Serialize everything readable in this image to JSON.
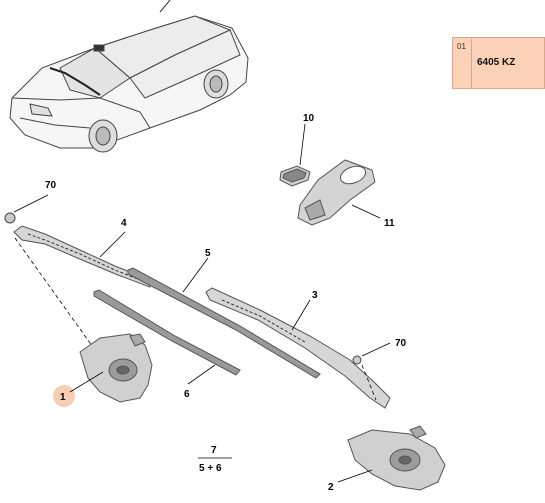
{
  "reference": {
    "index": "01",
    "code": "6405 KZ"
  },
  "callouts": {
    "c1": "1",
    "c2": "2",
    "c3": "3",
    "c4": "4",
    "c5": "5",
    "c6": "6",
    "c7": "7",
    "c7_formula": "5 + 6",
    "c10": "10",
    "c11": "11",
    "c70a": "70",
    "c70b": "70"
  },
  "colors": {
    "highlight_circle": "#f3c6a6",
    "part_stroke": "#555555",
    "ref_box_fill": "#fbd2b8"
  }
}
